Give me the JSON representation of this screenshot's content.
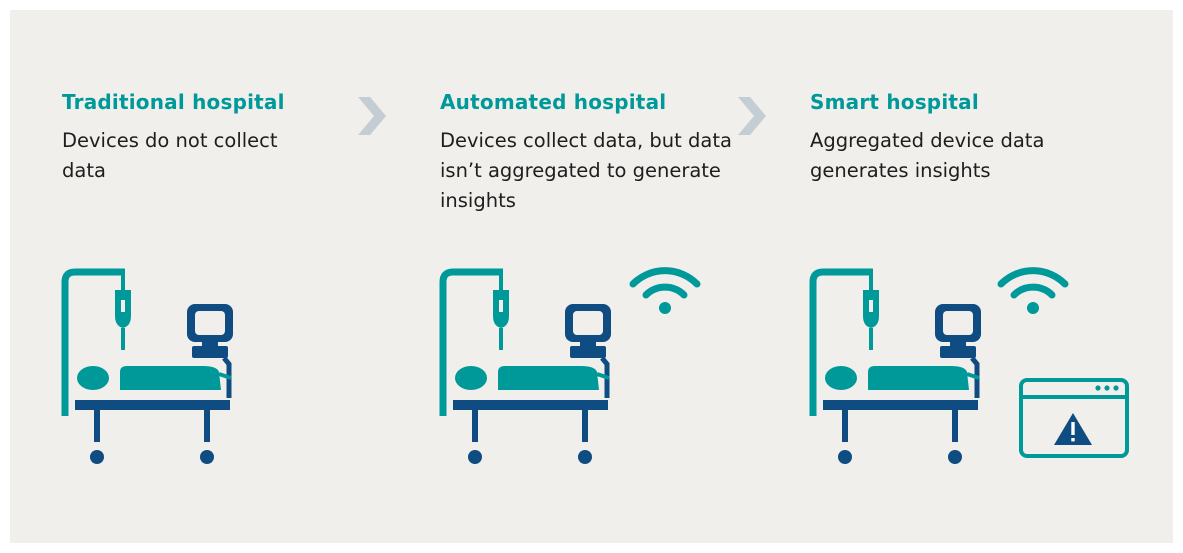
{
  "colors": {
    "background": "#f0efec",
    "teal": "#009999",
    "navy": "#0f4c81",
    "chevron": "#c4ccd4",
    "text": "#1e1e1e"
  },
  "stages": [
    {
      "title": "Traditional hospital",
      "description": "Devices do not collect data",
      "icons": [
        "hospital-bed-icon"
      ]
    },
    {
      "title": "Automated hospital",
      "description": "Devices collect data, but data isn’t aggregated to generate insights",
      "icons": [
        "hospital-bed-icon",
        "wifi-icon"
      ]
    },
    {
      "title": "Smart hospital",
      "description": "Aggregated device data generates insights",
      "icons": [
        "hospital-bed-icon",
        "wifi-icon",
        "alert-window-icon"
      ]
    }
  ],
  "arrows": [
    "chevron-right-icon",
    "chevron-right-icon"
  ]
}
